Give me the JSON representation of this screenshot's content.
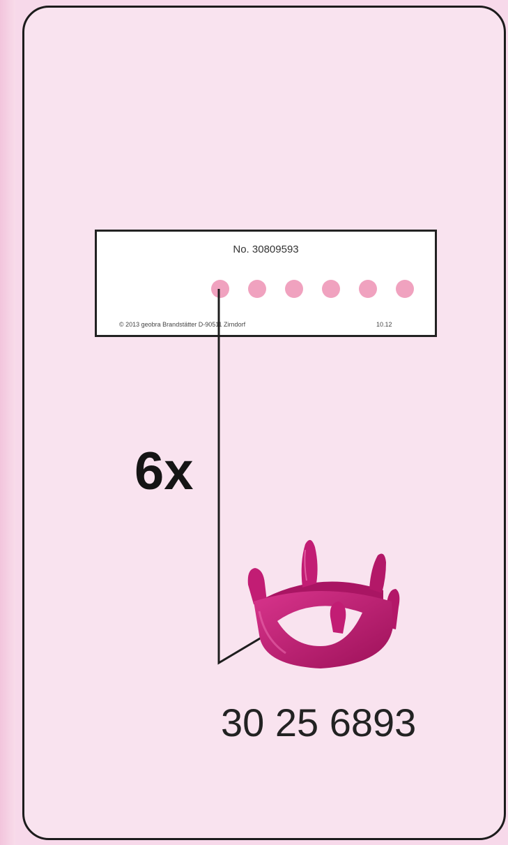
{
  "label_card": {
    "set_number": "No. 30809593",
    "dot_count": 6,
    "copyright": "© 2013 geobra Brandstätter D-90511 Zirndorf",
    "date_code": "10.12"
  },
  "step": {
    "quantity": "6x",
    "part_number": "30 25 6893",
    "part_icon": "crown-icon"
  },
  "colors": {
    "background": "#f7d9ea",
    "panel": "#f9e3ef",
    "dot": "#f0a2bf",
    "crown": "#c21d74"
  }
}
